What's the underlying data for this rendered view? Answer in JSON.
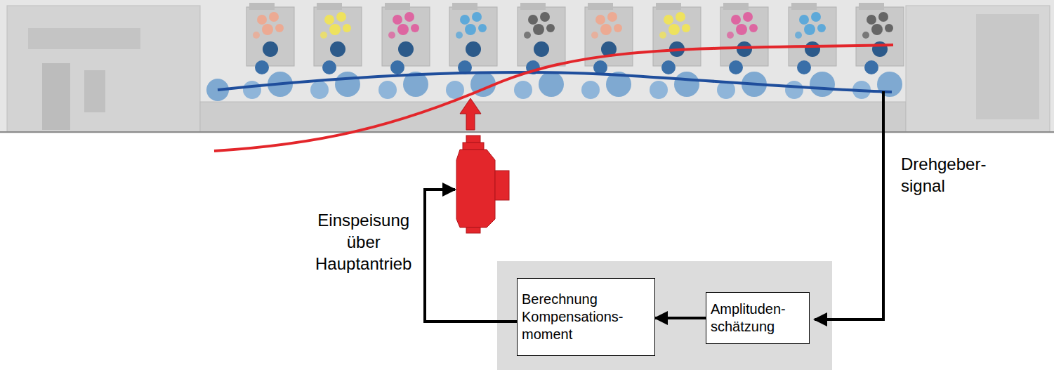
{
  "diagram": {
    "nodes": [
      {
        "text": [
          "Berechnung Kompensations- moment"
        ]
      },
      {
        "text": [
          "Amplituden- schätzung"
        ]
      }
    ],
    "edges": [
      {
        "from": 1,
        "to": 0,
        "arrow": "to"
      }
    ],
    "labels": [
      "Drehgeber- signal",
      "Einspeisung über Hauptantrieb"
    ]
  }
}
